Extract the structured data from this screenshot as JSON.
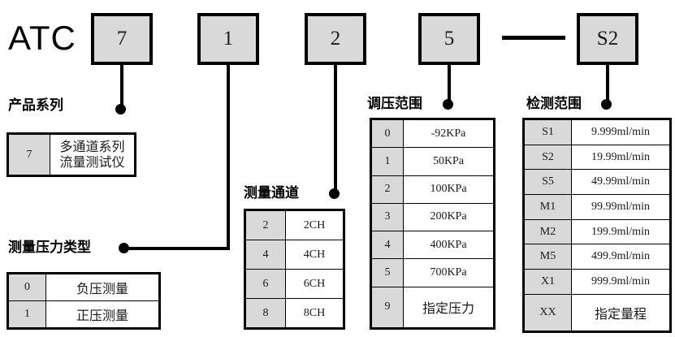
{
  "diagram": {
    "title_prefix": "ATC",
    "separator": "—",
    "code_boxes": [
      {
        "name": "product-series",
        "value": "7"
      },
      {
        "name": "pressure-type",
        "value": "1"
      },
      {
        "name": "channels",
        "value": "2"
      },
      {
        "name": "pressure-range",
        "value": "5"
      },
      {
        "name": "detection-range",
        "value": "S2"
      }
    ]
  },
  "sections": {
    "product_series": {
      "caption": "产品系列",
      "rows": [
        {
          "code": "7",
          "value": "多通道系列\n流量测试仪"
        }
      ]
    },
    "pressure_type": {
      "caption": "测量压力类型",
      "rows": [
        {
          "code": "0",
          "value": "负压测量"
        },
        {
          "code": "1",
          "value": "正压测量"
        }
      ]
    },
    "channels": {
      "caption": "测量通道",
      "rows": [
        {
          "code": "2",
          "value": "2CH"
        },
        {
          "code": "4",
          "value": "4CH"
        },
        {
          "code": "6",
          "value": "6CH"
        },
        {
          "code": "8",
          "value": "8CH"
        }
      ]
    },
    "pressure_range": {
      "caption": "调压范围",
      "rows": [
        {
          "code": "0",
          "value": "-92KPa"
        },
        {
          "code": "1",
          "value": "50KPa"
        },
        {
          "code": "2",
          "value": "100KPa"
        },
        {
          "code": "3",
          "value": "200KPa"
        },
        {
          "code": "4",
          "value": "400KPa"
        },
        {
          "code": "5",
          "value": "700KPa"
        },
        {
          "code": "9",
          "value": "指定压力"
        }
      ]
    },
    "detection_range": {
      "caption": "检测范围",
      "rows": [
        {
          "code": "S1",
          "value": "9.999ml/min"
        },
        {
          "code": "S2",
          "value": "19.99ml/min"
        },
        {
          "code": "S5",
          "value": "49.99ml/min"
        },
        {
          "code": "M1",
          "value": "99.99ml/min"
        },
        {
          "code": "M2",
          "value": "199.9ml/min"
        },
        {
          "code": "M5",
          "value": "499.9ml/min"
        },
        {
          "code": "X1",
          "value": "999.9ml/min"
        },
        {
          "code": "XX",
          "value": "指定量程"
        }
      ]
    }
  },
  "colors": {
    "box_fill": "#d9d9d9",
    "line": "#000000",
    "background": "#ffffff"
  }
}
